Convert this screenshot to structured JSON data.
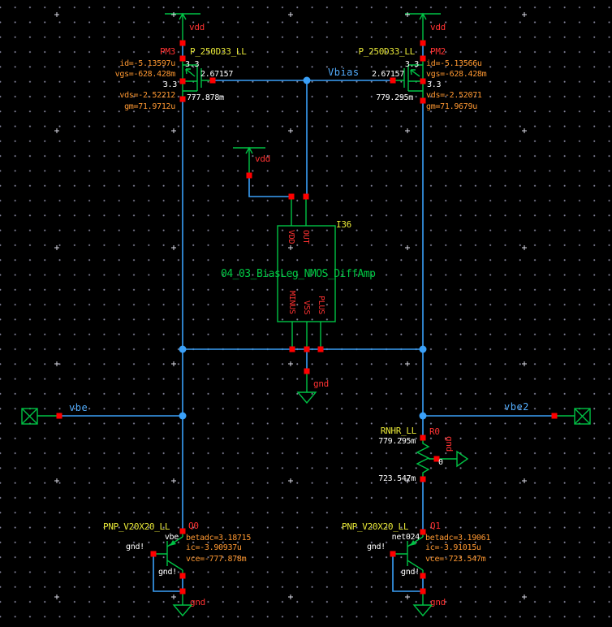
{
  "colors": {
    "background": "#000000",
    "wire": "#3aa0f8",
    "symbol_green": "#00c245",
    "pin_square_red": "#ff0000",
    "instance_label_red": "#ff3232",
    "cell_label_yellow": "#e8e838",
    "param_label_orange": "#ff9831",
    "value_label_white": "#ffffff",
    "net_label_blue": "#53aeff"
  },
  "power": {
    "vdd": "vdd",
    "gnd": "gnd",
    "gnd_global": "gnd!"
  },
  "nets": {
    "vbias": "Vbias",
    "vbe": "vbe",
    "vbe2": "vbe2"
  },
  "pm3": {
    "name": "PM3",
    "cell": "P_250D33_LL",
    "id": "id=-5.13597u",
    "vgs": "vgs=-628.428m",
    "w_top": "3.3",
    "w_side": "3.3",
    "vg": "2.67157",
    "vd": "777.878m",
    "vds": "vds=-2.52212",
    "gm": "gm=71.9712u"
  },
  "pm2": {
    "name": "PM2",
    "cell": "P_250D33_LL",
    "id": "id=-5.13566u",
    "vgs": "vgs=-628.428m",
    "w_top": "3.3",
    "w_side": "3.3",
    "vg": "2.67157",
    "vd": "779.295m",
    "vds": "vds=-2.52071",
    "gm": "gm=71.9679u"
  },
  "block": {
    "inst": "I36",
    "cell": "04_03_BiasLeg_NMOS_DiffAmp",
    "pin_vdd": "VDD",
    "pin_out": "OUT",
    "pin_minus": "MINUS",
    "pin_vss": "VSS",
    "pin_plus": "PLUS"
  },
  "r0": {
    "name": "R0",
    "cell": "RNHR_LL",
    "v_top": "779.295m",
    "v_bot": "723.547m",
    "body": "0"
  },
  "q0": {
    "name": "Q0",
    "cell": "PNP_V20X20_LL",
    "emitter_net": "vbe",
    "betadc": "betadc=3.18715",
    "ic": "ic=-3.90937u",
    "vce": "vce=-777.878m"
  },
  "q1": {
    "name": "Q1",
    "cell": "PNP_V20X20_LL",
    "emitter_net": "net024",
    "betadc": "betadc=3.19061",
    "ic": "ic=-3.91015u",
    "vce": "vce=-723.547m"
  }
}
